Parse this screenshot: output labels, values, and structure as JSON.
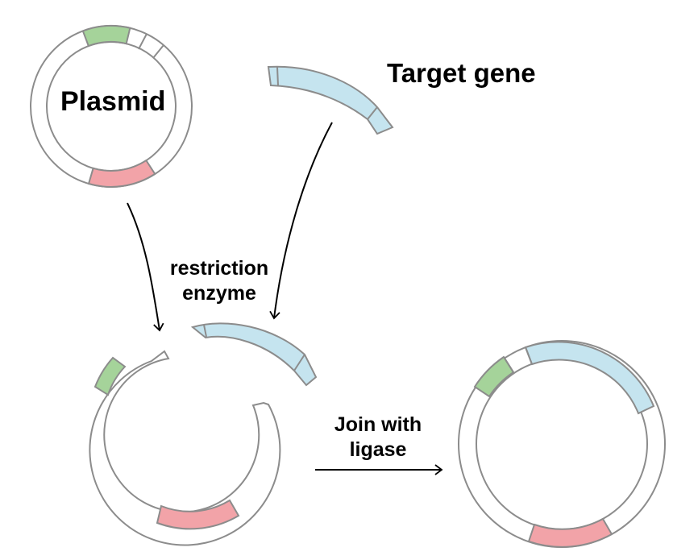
{
  "labels": {
    "plasmid": "Plasmid",
    "target_gene": "Target gene",
    "enzyme_line1": "restriction",
    "enzyme_line2": "enzyme",
    "ligase_line1": "Join with",
    "ligase_line2": "ligase"
  },
  "colors": {
    "outline": "#8c8c8c",
    "green_segment": "#a5d39a",
    "red_segment": "#f2a3a8",
    "blue_gene": "#c5e4ef",
    "arrow": "#000000"
  }
}
